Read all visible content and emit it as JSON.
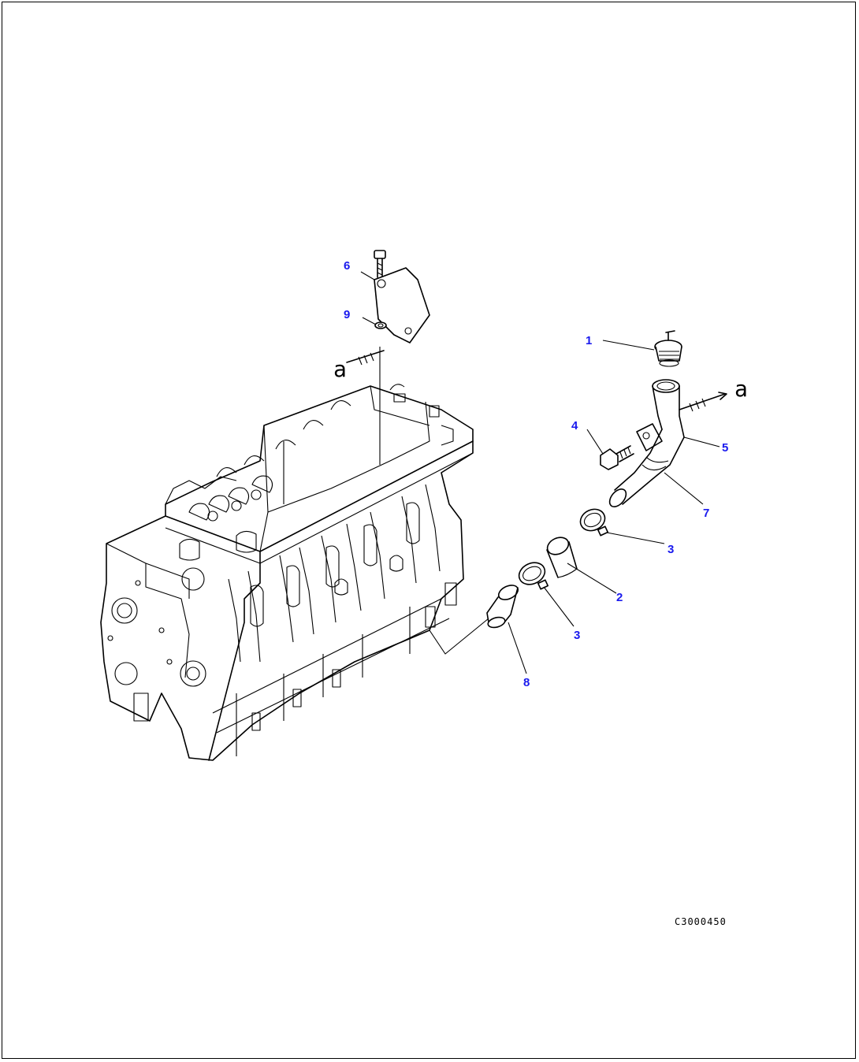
{
  "figure": {
    "code": "C3000450",
    "reference_letter": "a",
    "callouts": [
      {
        "id": "c1",
        "label": "1"
      },
      {
        "id": "c2",
        "label": "2"
      },
      {
        "id": "c3a",
        "label": "3"
      },
      {
        "id": "c3b",
        "label": "3"
      },
      {
        "id": "c4",
        "label": "4"
      },
      {
        "id": "c5",
        "label": "5"
      },
      {
        "id": "c6",
        "label": "6"
      },
      {
        "id": "c7",
        "label": "7"
      },
      {
        "id": "c8",
        "label": "8"
      },
      {
        "id": "c9",
        "label": "9"
      }
    ]
  },
  "colors": {
    "callout": "#1a1aee",
    "line": "#000000",
    "background": "#ffffff"
  }
}
